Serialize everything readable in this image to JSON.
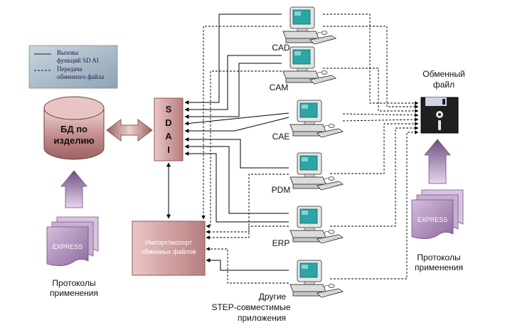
{
  "legend": {
    "calls_label": "Вызовы функций SD AI",
    "calls_line1": "Вызовы",
    "calls_line2": "функций SD AI",
    "transfer_label": "Передача обменного файла",
    "transfer_line1": "Передача",
    "transfer_line2": "обменного файла"
  },
  "db": {
    "label": "БД по изделию",
    "line1": "БД по",
    "line2": "изделию"
  },
  "sdai": {
    "label": "SDAI",
    "letters": [
      "S",
      "D",
      "A",
      "I"
    ]
  },
  "import_export": {
    "label": "Импорт/экспорт обменных файлов",
    "line1": "Импорт/экспорт",
    "line2": "обменных файлов"
  },
  "express_left": {
    "tag": "EXPRESS",
    "caption": "Протоколы применения",
    "line1": "Протоколы",
    "line2": "применения"
  },
  "express_right": {
    "tag": "EXPRESS",
    "caption": "Протоколы применения",
    "line1": "Протоколы",
    "line2": "применения"
  },
  "exchange_file": {
    "label": "Обменный файл",
    "line1": "Обменный",
    "line2": "файл"
  },
  "workstations": [
    {
      "label": "CAD"
    },
    {
      "label": "CAM"
    },
    {
      "label": "CAE"
    },
    {
      "label": "PDM"
    },
    {
      "label": "ERP"
    },
    {
      "label": "Другие STEP-совместимые приложения",
      "line1": "Другие",
      "line2": "STEP-совместимые",
      "line3": "приложения"
    }
  ],
  "colors": {
    "mauve": "#c48b8b",
    "mauve_dark": "#8e5757",
    "purple": "#a37ab0",
    "purple_dark": "#6f4f80",
    "screen": "#2aa6a6",
    "computer": "#e6e6e6",
    "legend_bg": "#9fb3c1"
  }
}
